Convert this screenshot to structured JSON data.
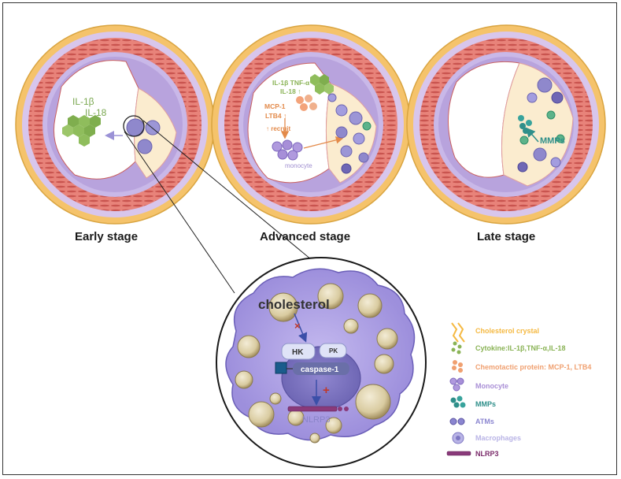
{
  "stages": [
    {
      "label": "Early stage",
      "texts": {
        "il1b": "IL-1β",
        "il18": "IL-18"
      }
    },
    {
      "label": "Advanced stage",
      "texts": {
        "cytokines_line1": "IL-1β TNF-α",
        "cytokines_line2": "IL-18 ↑",
        "chemo_line1": "MCP-1",
        "chemo_line2": "LTB4 ↑",
        "recruit": "↑ recruit",
        "monocyte": "monocyte"
      }
    },
    {
      "label": "Late stage",
      "texts": {
        "mmps": "MMPs"
      }
    }
  ],
  "zoom": {
    "cholesterol": "cholesterol",
    "hk": "HK",
    "pk": "PK",
    "caspase": "caspase-1",
    "nlrp3": "NLRP3"
  },
  "legend": [
    {
      "label": "Cholesterol crystal",
      "color": "#f5b942",
      "icon": "cholesterol-crystal-icon"
    },
    {
      "label": "Cytokine:IL-1β,TNF-α,IL-18",
      "color": "#8ab356",
      "icon": "cytokine-icon"
    },
    {
      "label": "Chemotactic protein: MCP-1, LTB4",
      "color": "#f0a070",
      "icon": "chemotactic-protein-icon"
    },
    {
      "label": "Monocyte",
      "color": "#a98fd6",
      "icon": "monocyte-icon"
    },
    {
      "label": "MMPs",
      "color": "#2f8f8a",
      "icon": "mmps-icon"
    },
    {
      "label": "ATMs",
      "color": "#8b86d0",
      "icon": "atms-icon"
    },
    {
      "label": "Macrophages",
      "color": "#b9b4e6",
      "icon": "macrophage-icon"
    },
    {
      "label": "NLRP3",
      "color": "#7a2a6a",
      "icon": "nlrp3-icon"
    }
  ]
}
